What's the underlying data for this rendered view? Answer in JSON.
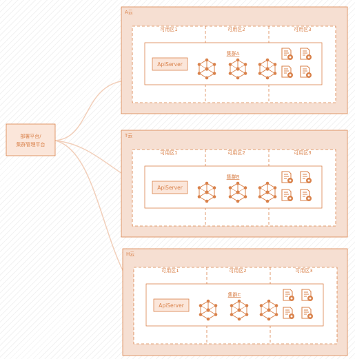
{
  "deploy_platform": {
    "line1": "部署平台/",
    "line2": "集群管理平台"
  },
  "clouds": [
    {
      "name": "A云",
      "zones": [
        "可用区1",
        "可用区2",
        "可用区3"
      ],
      "cluster": "集群A",
      "api": "ApiServer"
    },
    {
      "name": "T云",
      "zones": [
        "可用区1",
        "可用区2",
        "可用区3"
      ],
      "cluster": "集群B",
      "api": "ApiServer"
    },
    {
      "name": "H云",
      "zones": [
        "可用区1",
        "可用区2",
        "可用区3"
      ],
      "cluster": "集群C",
      "api": "ApiServer"
    }
  ],
  "colors": {
    "accent": "#d9814a",
    "cloud_fill": "#f6dfd2",
    "api_fill": "#fbe6da",
    "connector": "#f2cfba"
  },
  "icons": {
    "node": "hexagon-network-icon",
    "doc": "document-gear-icon"
  }
}
